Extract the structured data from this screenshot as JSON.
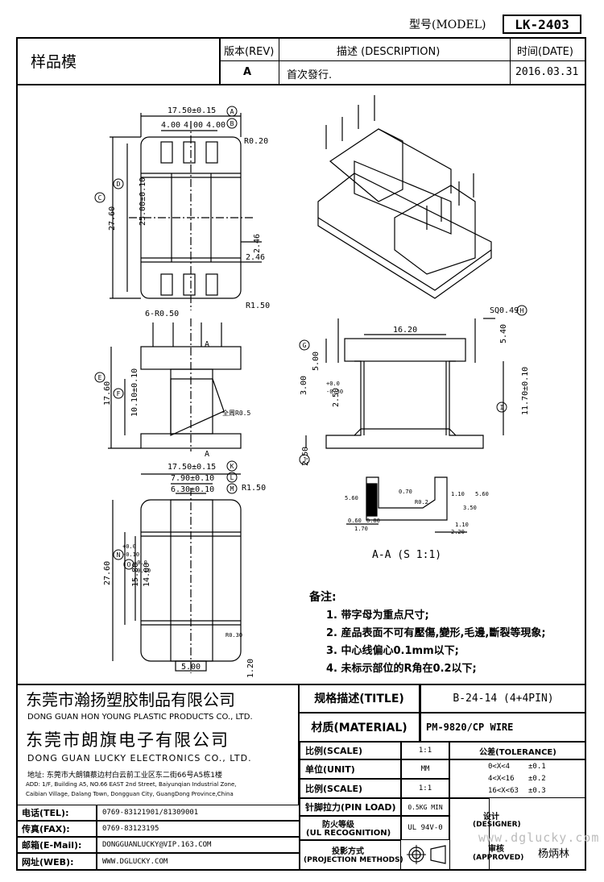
{
  "header": {
    "model_label": "型号(MODEL)",
    "model_value": "LK-2403",
    "sample_label": "样品模",
    "rev_label": "版本(REV)",
    "desc_label": "描述 (DESCRIPTION)",
    "date_label": "时间(DATE)",
    "rev_value": "A",
    "desc_value": "首次發行.",
    "date_value": "2016.03.31"
  },
  "drawing": {
    "top_dims": [
      "17.50±0.15",
      "4.00",
      "4.00",
      "4.00",
      "R0.20",
      "27.60",
      "25.00±0.10",
      "2.46",
      "2.46",
      "6-R0.50",
      "R1.50"
    ],
    "front_dims": [
      "17.60",
      "10.10±0.10",
      "A",
      "A",
      "全周R0.5"
    ],
    "side_dims": [
      "SQ0.49",
      "16.20",
      "5.40",
      "5.00",
      "3.00",
      "2.50",
      "+0.0",
      "-0.30",
      "11.70±0.10",
      "2.50"
    ],
    "bottom_dims": [
      "17.50±0.15",
      "7.90±0.10",
      "6.30±0.10",
      "R1.50",
      "27.60",
      "15.80",
      "+0.0",
      "-0.10",
      "14.00",
      "+0.0",
      "-0.10",
      "R0.30",
      "5.00",
      "1.20"
    ],
    "section_dims": [
      "5.60",
      "0.70",
      "R0.2",
      "1.10",
      "5.60",
      "3.50",
      "0.60",
      "0.80",
      "1.70",
      "1.10",
      "2.20"
    ],
    "section_title": "A-A (S 1:1)",
    "circle_labels": [
      "A",
      "B",
      "C",
      "D",
      "E",
      "F",
      "G",
      "H",
      "I",
      "J",
      "K",
      "L",
      "M",
      "N",
      "O"
    ]
  },
  "notes": {
    "title": "备注:",
    "items": [
      "1. 带字母为重点尺寸;",
      "2. 産品表面不可有壓傷,變形,毛邊,斷裂等現象;",
      "3. 中心线偏心0.1mm以下;",
      "4. 未标示部位的R角在0.2以下;"
    ]
  },
  "company": {
    "name1_cn": "东莞市瀚扬塑胶制品有限公司",
    "name1_en": "DONG GUAN HON YOUNG PLASTIC PRODUCTS CO., LTD.",
    "name2_cn": "东莞市朗旗电子有限公司",
    "name2_en": "DONG GUAN LUCKY ELECTRONICS CO., LTD.",
    "address_cn": "地址: 东莞市大朗镇蔡边村白云前工业区东二街66号A5栋1楼",
    "address_en1": "ADD: 1/F, Building A5, NO.66 EAST 2nd Street, Baiyunqian Industrial Zone,",
    "address_en2": "Caibian Village, Dalang Town, Dongguan City, GuangDong Province,China"
  },
  "contact": [
    {
      "label": "电话(TEL):",
      "value": "0769-83121901/81309001"
    },
    {
      "label": "传真(FAX):",
      "value": "0769-83123195"
    },
    {
      "label": "邮箱(E-Mail):",
      "value": "DONGGUANLUCKY@VIP.163.COM"
    },
    {
      "label": "网址(WEB):",
      "value": "WWW.DGLUCKY.COM"
    }
  ],
  "spec": {
    "title_label": "规格描述(TITLE)",
    "title_value": "B-24-14 (4+4PIN)",
    "material_label": "材质(MATERIAL)",
    "material_value": "PM-9820/CP WIRE",
    "scale_label": "比例(SCALE)",
    "scale_value": "1:1",
    "tolerance_label": "公差(TOLERANCE)",
    "unit_label": "单位(UNIT)",
    "unit_value": "MM",
    "scale2_label": "比例(SCALE)",
    "scale2_value": "1:1",
    "tol_rows": [
      {
        "range": "0<X<4",
        "value": "±0.1"
      },
      {
        "range": "4<X<16",
        "value": "±0.2"
      },
      {
        "range": "16<X<63",
        "value": "±0.3"
      }
    ],
    "pinload_label": "针脚拉力(PIN LOAD)",
    "pinload_value": "0.5KG MIN",
    "ul_label1": "防火等级",
    "ul_label2": "(UL RECOGNITION)",
    "ul_value": "UL 94V-0",
    "designer_label1": "设计",
    "designer_label2": "(DESIGNER)",
    "proj_label1": "投影方式",
    "proj_label2": "(PROJECTION METHODS)",
    "approved_label1": "审核",
    "approved_label2": "(APPROVED)",
    "approved_value": "杨炳林",
    "watermark": "www.dglucky.com"
  }
}
